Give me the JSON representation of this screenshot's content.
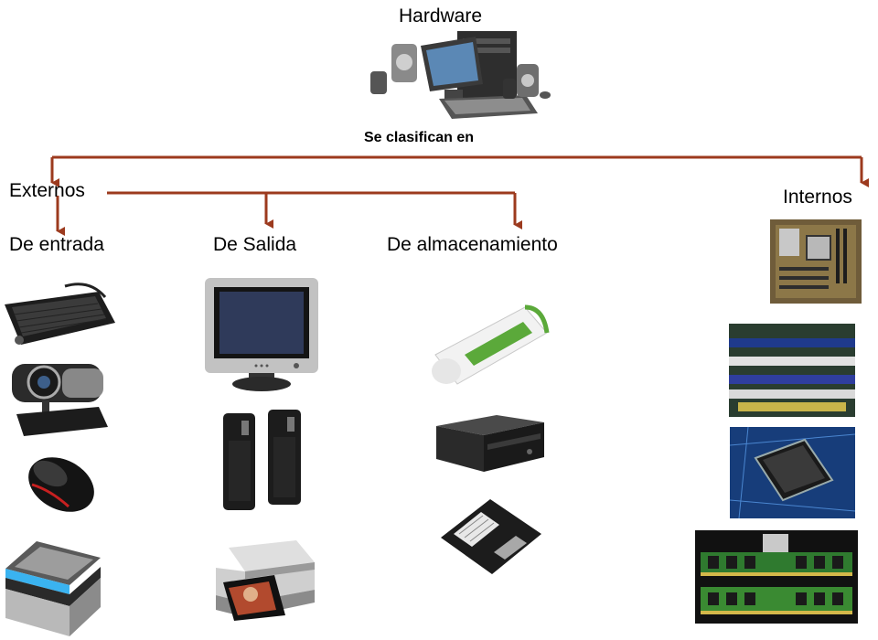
{
  "colors": {
    "connector": "#9c3a1e",
    "text": "#000000",
    "background": "#ffffff"
  },
  "root": {
    "label": "Hardware",
    "image": "desktop-computer-set-icon"
  },
  "link_label": "Se clasifican en",
  "branches": {
    "externos": {
      "label": "Externos",
      "groups": [
        {
          "label": "De entrada",
          "images": [
            "keyboard-icon",
            "webcam-icon",
            "mouse-icon",
            "scanner-icon"
          ]
        },
        {
          "label": "De Salida",
          "images": [
            "crt-monitor-icon",
            "speakers-icon",
            "printer-icon"
          ]
        },
        {
          "label": "De almacenamiento",
          "images": [
            "usb-flash-drive-icon",
            "dvd-drive-icon",
            "floppy-disk-icon"
          ]
        }
      ]
    },
    "internos": {
      "label": "Internos",
      "images": [
        "motherboard-icon",
        "ram-slots-icon",
        "processor-chip-icon",
        "ram-modules-icon"
      ]
    }
  }
}
